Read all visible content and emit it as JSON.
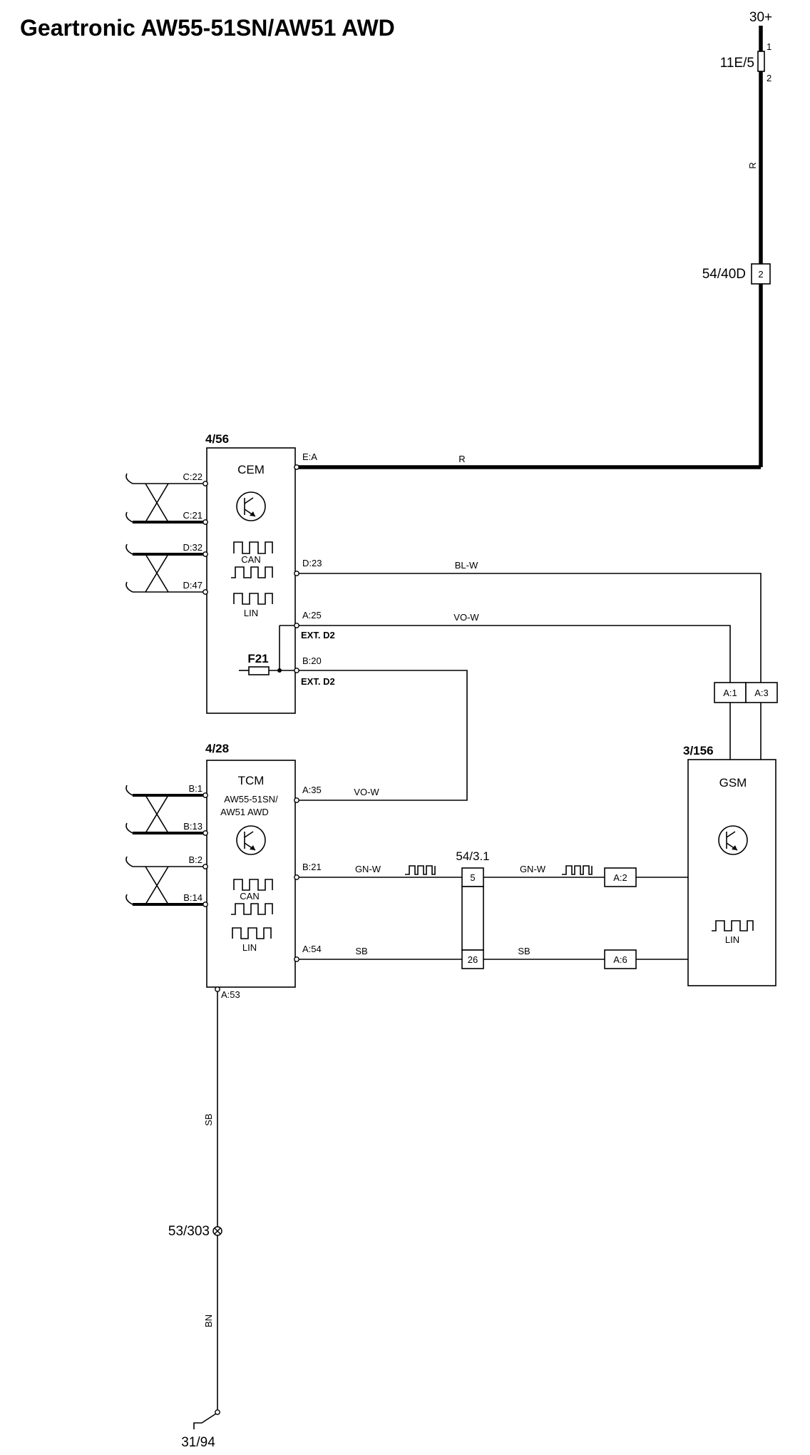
{
  "title": "Geartronic AW55-51SN/AW51 AWD",
  "supply": {
    "label": "30+",
    "fuse": "11E/5",
    "fuse_pin_top": "1",
    "fuse_pin_bottom": "2",
    "wire_color": "R",
    "connector": "54/40D",
    "connector_pin": "2"
  },
  "cem": {
    "id": "4/56",
    "name": "CEM",
    "fuse": "F21",
    "can_label": "CAN",
    "lin_label": "LIN",
    "left_pins": [
      "C:22",
      "C:21",
      "D:32",
      "D:47"
    ],
    "pin_ea": "E:A",
    "wire_ea": "R",
    "pin_d23": "D:23",
    "wire_d23": "BL-W",
    "pin_a25": "A:25",
    "ext_a25": "EXT. D2",
    "wire_a25": "VO-W",
    "pin_b20": "B:20",
    "ext_b20": "EXT. D2"
  },
  "tcm": {
    "id": "4/28",
    "name": "TCM",
    "sub1": "AW55-51SN/",
    "sub2": "AW51 AWD",
    "can_label": "CAN",
    "lin_label": "LIN",
    "left_pins": [
      "B:1",
      "B:13",
      "B:2",
      "B:14"
    ],
    "pin_a35": "A:35",
    "wire_a35": "VO-W",
    "pin_b21": "B:21",
    "wire_b21": "GN-W",
    "pin_a54": "A:54",
    "wire_a54": "SB",
    "pin_a53": "A:53"
  },
  "connector_54_3_1": {
    "id": "54/3.1",
    "pin_top": "5",
    "pin_bottom": "26",
    "wire_top_right": "GN-W",
    "wire_bottom_right": "SB"
  },
  "gsm": {
    "id": "3/156",
    "name": "GSM",
    "lin_label": "LIN",
    "pin_a1": "A:1",
    "pin_a3": "A:3",
    "pin_a2": "A:2",
    "pin_a6": "A:6"
  },
  "ground": {
    "wire_sb": "SB",
    "splice": "53/303",
    "wire_bn": "BN",
    "ground_point": "31/94"
  }
}
